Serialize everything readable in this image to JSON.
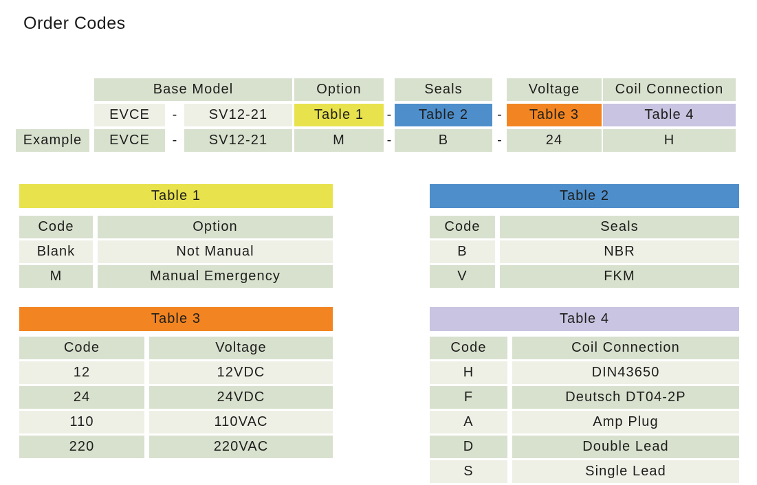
{
  "title": "Order Codes",
  "builder": {
    "headers": {
      "base_model": "Base Model",
      "option": "Option",
      "seals": "Seals",
      "voltage": "Voltage",
      "coil_connection": "Coil Connection"
    },
    "separator": "-",
    "code_row": {
      "series": "EVCE",
      "model": "SV12-21",
      "option_ref": "Table 1",
      "seals_ref": "Table 2",
      "voltage_ref": "Table 3",
      "coil_ref": "Table 4"
    },
    "example_row": {
      "label": "Example",
      "series": "EVCE",
      "model": "SV12-21",
      "option": "M",
      "seals": "B",
      "voltage": "24",
      "coil": "H"
    }
  },
  "tables": [
    {
      "title": "Table 1",
      "accent_color": "#e8e24d",
      "columns": [
        "Code",
        "Option"
      ],
      "rows": [
        [
          "Blank",
          "Not Manual"
        ],
        [
          "M",
          "Manual Emergency"
        ]
      ]
    },
    {
      "title": "Table 2",
      "accent_color": "#4e8ecb",
      "columns": [
        "Code",
        "Seals"
      ],
      "rows": [
        [
          "B",
          "NBR"
        ],
        [
          "V",
          "FKM"
        ]
      ]
    },
    {
      "title": "Table 3",
      "accent_color": "#f28521",
      "columns": [
        "Code",
        "Voltage"
      ],
      "rows": [
        [
          "12",
          "12VDC"
        ],
        [
          "24",
          "24VDC"
        ],
        [
          "110",
          "110VAC"
        ],
        [
          "220",
          "220VAC"
        ]
      ]
    },
    {
      "title": "Table 4",
      "accent_color": "#c9c4e1",
      "columns": [
        "Code",
        "Coil Connection"
      ],
      "rows": [
        [
          "H",
          "DIN43650"
        ],
        [
          "F",
          "Deutsch DT04-2P"
        ],
        [
          "A",
          "Amp Plug"
        ],
        [
          "D",
          "Double Lead"
        ],
        [
          "S",
          "Single Lead"
        ]
      ]
    }
  ],
  "colors": {
    "cell_dark": "#d8e1ce",
    "cell_light": "#eef0e6",
    "yellow": "#e8e24d",
    "blue": "#4e8ecb",
    "orange": "#f28521",
    "lavender": "#c9c4e1",
    "text": "#1e1e1c"
  }
}
